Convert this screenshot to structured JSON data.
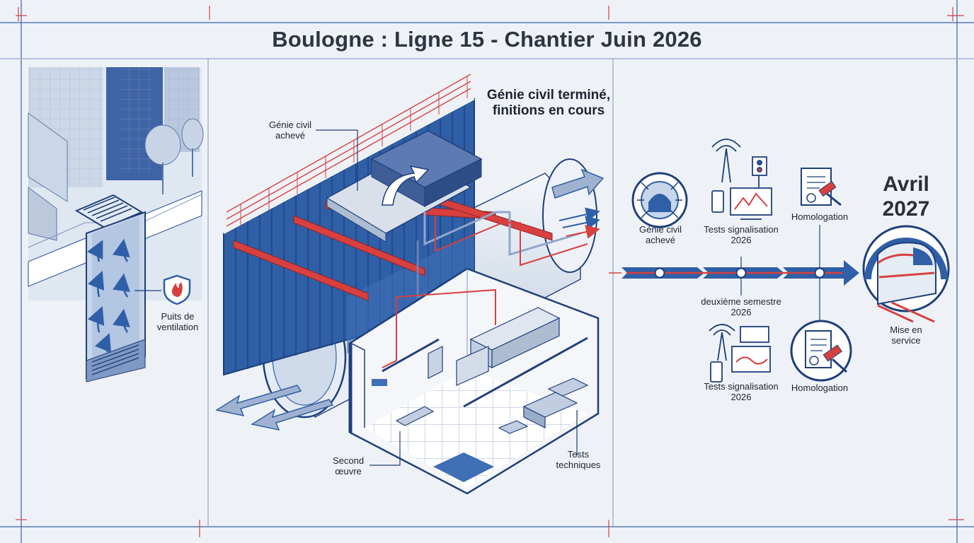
{
  "title": "Boulogne : Ligne 15 - Chantier Juin 2026",
  "left_panel": {
    "ventilation_label": "Puits de ventilation",
    "icons": [
      "shield-fire-icon",
      "ventilation-grate-icon",
      "airflow-arrow-icon"
    ]
  },
  "middle_panel": {
    "status_heading": "Génie civil terminé, finitions en cours",
    "label_genie_civil": "Génie civil achevé",
    "label_second_oeuvre": "Second œuvre",
    "label_tests_techniques": "Tests techniques"
  },
  "timeline": {
    "milestone_1": "Génie civil achevé",
    "milestone_2_top": "Tests signalisation 2026",
    "milestone_3_top": "Homologation",
    "period_label": "deuxième semestre 2026",
    "milestone_2_bottom": "Tests signalisation 2026",
    "milestone_3_bottom": "Homologation",
    "target_date": "Avril 2027",
    "final_label": "Mise en service",
    "icons": [
      "tunnel-icon",
      "signal-antenna-icon",
      "certificate-gavel-icon",
      "train-icon"
    ]
  },
  "colors": {
    "blue": "#2f5fa7",
    "navy": "#1e3f7a",
    "red": "#d8403f",
    "light_blue": "#c8d6ea",
    "background": "#eef2f7"
  }
}
